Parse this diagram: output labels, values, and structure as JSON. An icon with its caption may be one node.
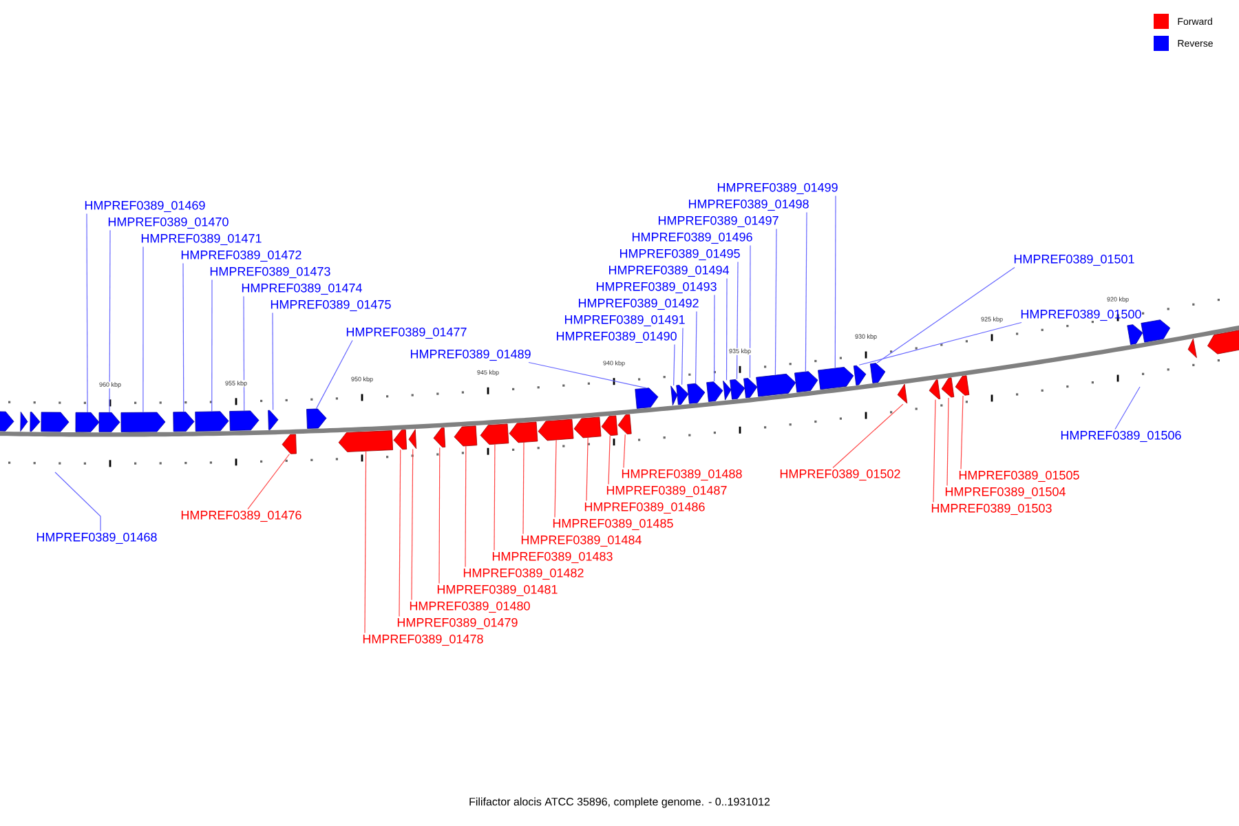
{
  "diagram": {
    "caption": "Filifactor alocis ATCC 35896, complete genome. - 0..1931012",
    "nodes": [
      {
        "text": [
          "HMPREF0389_01468"
        ]
      },
      {
        "text": [
          "HMPREF0389_01469"
        ]
      },
      {
        "text": [],
        "shape": "arrow"
      },
      {
        "text": [
          "HMPREF0389_01470"
        ]
      },
      {
        "text": [],
        "shape": "arrow"
      },
      {
        "text": [
          "HMPREF0389_01471"
        ]
      },
      {
        "text": [],
        "shape": "arrow"
      },
      {
        "text": [
          "HMPREF0389_01472"
        ]
      },
      {
        "text": [],
        "shape": "arrow"
      },
      {
        "text": [
          "HMPREF0389_01473"
        ]
      },
      {
        "text": [],
        "shape": "arrow"
      },
      {
        "text": [
          "HMPREF0389_01474"
        ]
      },
      {
        "text": [],
        "shape": "arrow"
      },
      {
        "text": [
          "HMPREF0389_01475"
        ]
      },
      {
        "text": [],
        "shape": "arrow"
      },
      {
        "text": [
          "HMPREF0389_01476"
        ]
      },
      {
        "text": [],
        "shape": "arrow"
      },
      {
        "text": [
          "HMPREF0389_01477"
        ]
      },
      {
        "text": [],
        "shape": "arrow"
      },
      {
        "text": [
          "HMPREF0389_01478"
        ]
      },
      {
        "text": [],
        "shape": "arrow"
      },
      {
        "text": [
          "HMPREF0389_01479"
        ]
      },
      {
        "text": [],
        "shape": "arrow"
      },
      {
        "text": [
          "HMPREF0389_01480"
        ]
      },
      {
        "text": [],
        "shape": "arrow"
      },
      {
        "text": [
          "HMPREF0389_01481"
        ]
      },
      {
        "text": [],
        "shape": "arrow"
      },
      {
        "text": [
          "HMPREF0389_01482"
        ]
      },
      {
        "text": [],
        "shape": "arrow"
      },
      {
        "text": [
          "HMPREF0389_01483"
        ]
      },
      {
        "text": [],
        "shape": "arrow"
      },
      {
        "text": [
          "HMPREF0389_01484"
        ]
      },
      {
        "text": [],
        "shape": "arrow"
      },
      {
        "text": [
          "HMPREF0389_01485"
        ]
      },
      {
        "text": [],
        "shape": "arrow"
      },
      {
        "text": [
          "HMPREF0389_01486"
        ]
      },
      {
        "text": [],
        "shape": "arrow"
      },
      {
        "text": [
          "HMPREF0389_01487"
        ]
      },
      {
        "text": [],
        "shape": "arrow"
      },
      {
        "text": [
          "HMPREF0389_01488"
        ]
      },
      {
        "text": [],
        "shape": "arrow"
      },
      {
        "text": [
          "HMPREF0389_01489"
        ]
      },
      {
        "text": [],
        "shape": "arrow"
      },
      {
        "text": [
          "HMPREF0389_01490"
        ]
      },
      {
        "text": [],
        "shape": "arrow"
      },
      {
        "text": [
          "HMPREF0389_01491"
        ]
      },
      {
        "text": [],
        "shape": "arrow"
      },
      {
        "text": [
          "HMPREF0389_01492"
        ]
      },
      {
        "text": [],
        "shape": "arrow"
      },
      {
        "text": [
          "HMPREF0389_01493"
        ]
      },
      {
        "text": [],
        "shape": "arrow"
      },
      {
        "text": [
          "HMPREF0389_01494"
        ]
      },
      {
        "text": [],
        "shape": "arrow"
      },
      {
        "text": [
          "HMPREF0389_01495"
        ]
      },
      {
        "text": [],
        "shape": "arrow"
      },
      {
        "text": [
          "HMPREF0389_01496"
        ]
      },
      {
        "text": [],
        "shape": "arrow"
      },
      {
        "text": [
          "HMPREF0389_01497"
        ]
      },
      {
        "text": [],
        "shape": "arrow"
      },
      {
        "text": [
          "HMPREF0389_01498"
        ]
      },
      {
        "text": [],
        "shape": "arrow"
      },
      {
        "text": [
          "HMPREF0389_01499"
        ]
      },
      {
        "text": [],
        "shape": "arrow"
      },
      {
        "text": [
          "HMPREF0389_01500"
        ]
      },
      {
        "text": [],
        "shape": "arrow"
      },
      {
        "text": [
          "HMPREF0389_01501"
        ]
      },
      {
        "text": [],
        "shape": "arrow"
      },
      {
        "text": [
          "HMPREF0389_01502"
        ]
      },
      {
        "text": [],
        "shape": "arrow"
      },
      {
        "text": [
          "HMPREF0389_01503"
        ]
      },
      {
        "text": [],
        "shape": "arrow"
      },
      {
        "text": [
          "HMPREF0389_01504"
        ]
      },
      {
        "text": [],
        "shape": "arrow"
      },
      {
        "text": [
          "HMPREF0389_01505"
        ]
      },
      {
        "text": [],
        "shape": "arrow"
      },
      {
        "text": [
          "HMPREF0389_01506"
        ]
      },
      {
        "text": [],
        "shape": "arrow"
      },
      {
        "text": [],
        "shape": "arrow"
      },
      {
        "text": [],
        "shape": "arrow"
      },
      {
        "text": [],
        "shape": "arrow"
      },
      {
        "text": [],
        "shape": "arrow"
      },
      {
        "text": [],
        "shape": "arrow"
      },
      {
        "text": [],
        "shape": "arrow"
      },
      {
        "text": [],
        "shape": "arrow"
      }
    ],
    "edges": [
      {
        "from": 0,
        "to": null,
        "arrow": "none"
      },
      {
        "from": 1,
        "to": 2,
        "arrow": "none"
      },
      {
        "from": 3,
        "to": 4,
        "arrow": "none"
      },
      {
        "from": 5,
        "to": 6,
        "arrow": "none"
      },
      {
        "from": 7,
        "to": 8,
        "arrow": "none"
      },
      {
        "from": 9,
        "to": 10,
        "arrow": "none"
      },
      {
        "from": 11,
        "to": 12,
        "arrow": "none"
      },
      {
        "from": 13,
        "to": 14,
        "arrow": "none"
      },
      {
        "from": 15,
        "to": 16,
        "arrow": "none",
        "color": "#ff4444"
      },
      {
        "from": 17,
        "to": 18,
        "arrow": "none"
      },
      {
        "from": 19,
        "to": 20,
        "arrow": "none",
        "color": "#ff4444"
      },
      {
        "from": 21,
        "to": 22,
        "arrow": "none",
        "color": "#ff4444"
      },
      {
        "from": 23,
        "to": 24,
        "arrow": "none",
        "color": "#ff4444"
      },
      {
        "from": 25,
        "to": 26,
        "arrow": "none",
        "color": "#ff4444"
      },
      {
        "from": 27,
        "to": 28,
        "arrow": "none",
        "color": "#ff4444"
      },
      {
        "from": 29,
        "to": 30,
        "arrow": "none",
        "color": "#ff4444"
      },
      {
        "from": 31,
        "to": 32,
        "arrow": "none",
        "color": "#ff4444"
      },
      {
        "from": 33,
        "to": 34,
        "arrow": "none",
        "color": "#ff4444"
      },
      {
        "from": 35,
        "to": 36,
        "arrow": "none",
        "color": "#ff4444"
      },
      {
        "from": 37,
        "to": 38,
        "arrow": "none",
        "color": "#ff4444"
      },
      {
        "from": 39,
        "to": 40,
        "arrow": "none",
        "color": "#ff4444"
      },
      {
        "from": 41,
        "to": 42,
        "arrow": "none"
      },
      {
        "from": 43,
        "to": 44,
        "arrow": "none"
      },
      {
        "from": 45,
        "to": 46,
        "arrow": "none"
      },
      {
        "from": 47,
        "to": 48,
        "arrow": "none"
      },
      {
        "from": 49,
        "to": 50,
        "arrow": "none"
      },
      {
        "from": 51,
        "to": 52,
        "arrow": "none"
      },
      {
        "from": 53,
        "to": 54,
        "arrow": "none"
      },
      {
        "from": 55,
        "to": 56,
        "arrow": "none"
      },
      {
        "from": 57,
        "to": 58,
        "arrow": "none"
      },
      {
        "from": 59,
        "to": 60,
        "arrow": "none"
      },
      {
        "from": 61,
        "to": 62,
        "arrow": "none"
      },
      {
        "from": 63,
        "to": 64,
        "arrow": "none"
      },
      {
        "from": 65,
        "to": 66,
        "arrow": "none"
      },
      {
        "from": 67,
        "to": 68,
        "arrow": "none",
        "color": "#ff4444"
      },
      {
        "from": 69,
        "to": 70,
        "arrow": "none",
        "color": "#ff4444"
      },
      {
        "from": 71,
        "to": 72,
        "arrow": "none",
        "color": "#ff4444"
      },
      {
        "from": 73,
        "to": 74,
        "arrow": "none",
        "color": "#ff4444"
      },
      {
        "from": 75,
        "to": null,
        "arrow": "none"
      }
    ],
    "labels": [
      "960 kbp",
      "955 kbp",
      "950 kbp",
      "945 kbp",
      "940 kbp",
      "935 kbp",
      "930 kbp",
      "925 kbp",
      "920 kbp"
    ],
    "legend": [
      {
        "text": "Forward",
        "color": "#ff0000"
      },
      {
        "text": "Reverse",
        "color": "#0000ff"
      }
    ]
  }
}
